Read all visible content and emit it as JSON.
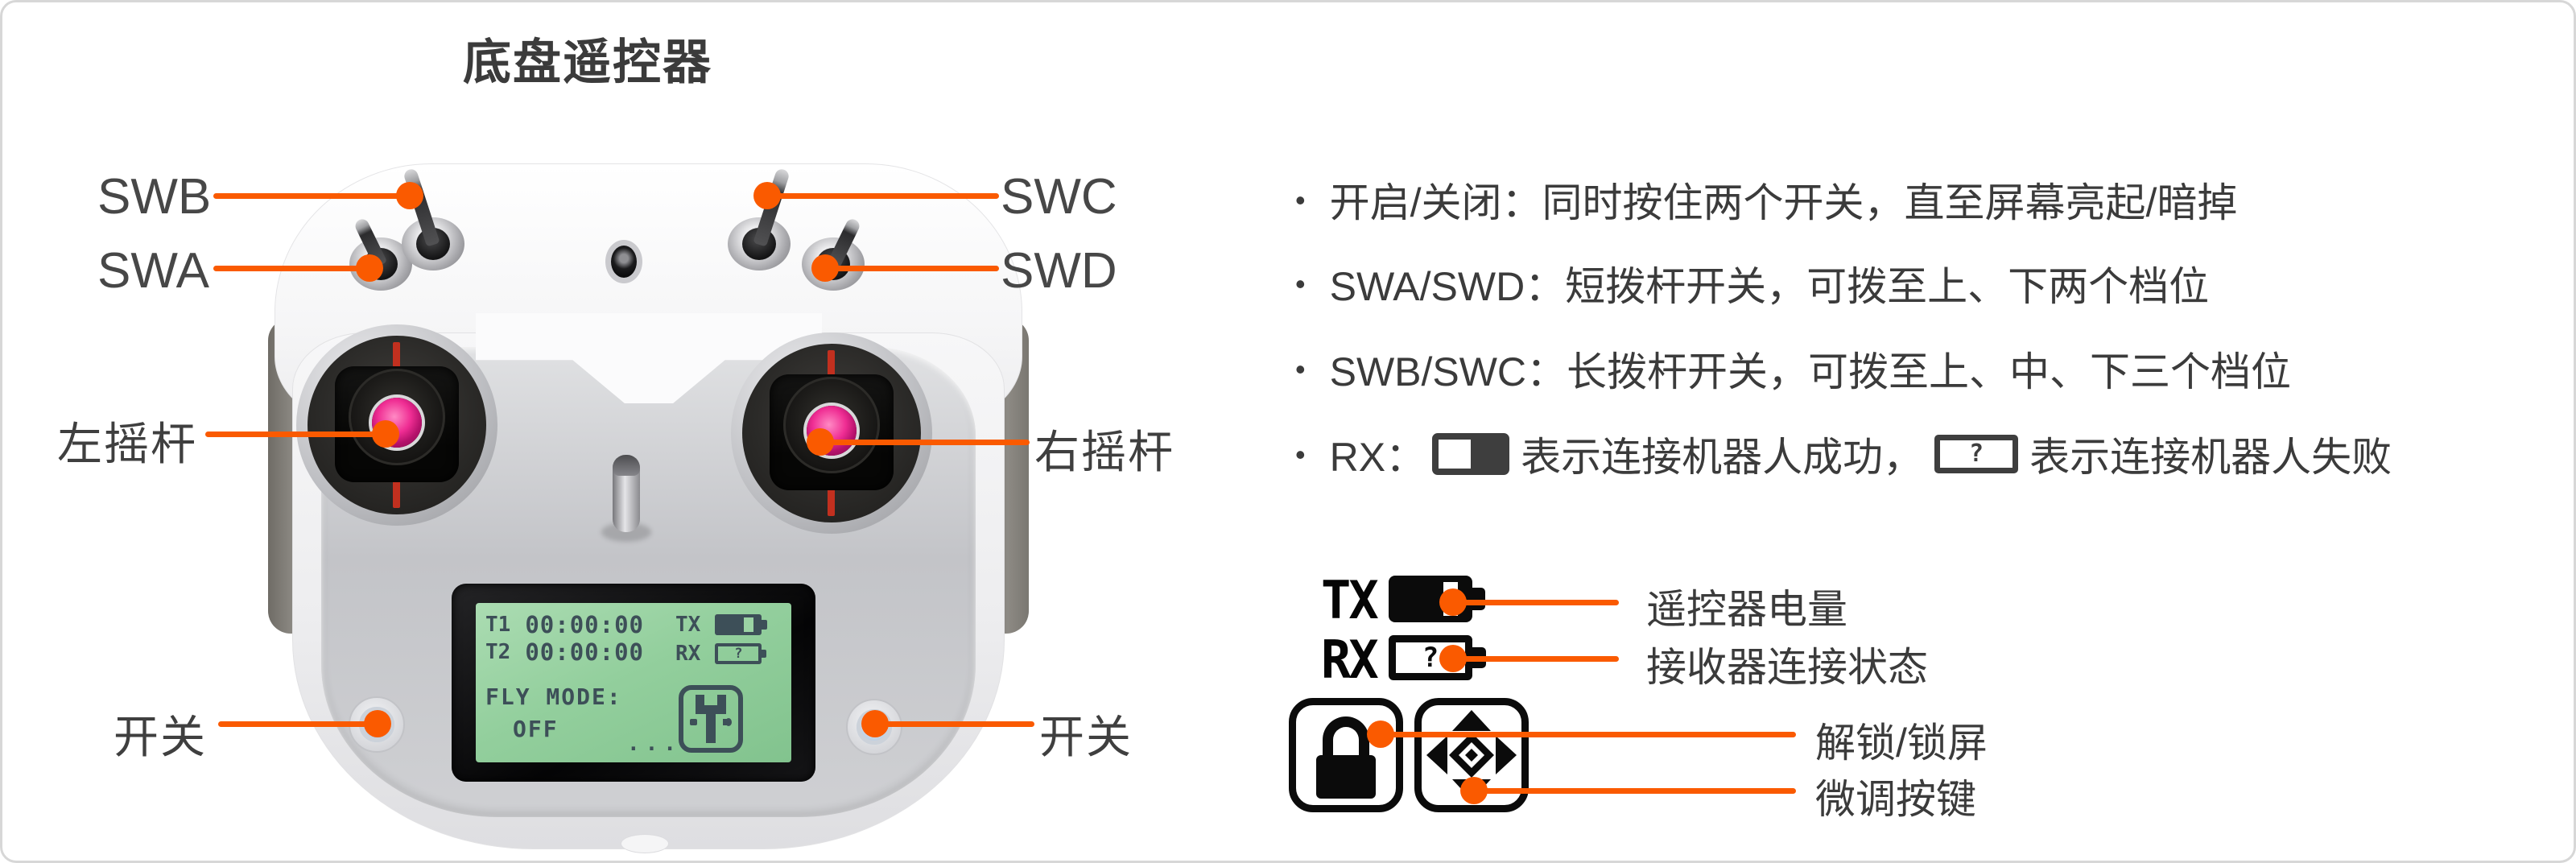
{
  "title": "底盘遥控器",
  "ui": {
    "bullet_char": "•"
  },
  "callouts": {
    "swb": "SWB",
    "swa": "SWA",
    "swc": "SWC",
    "swd": "SWD",
    "left_stick": "左摇杆",
    "right_stick": "右摇杆",
    "power_left": "开关",
    "power_right": "开关"
  },
  "lcd": {
    "t1_label": "T1",
    "t1_value": "00:00:00",
    "t2_label": "T2",
    "t2_value": "00:00:00",
    "tx_label": "TX",
    "rx_label": "RX",
    "rx_battery_glyph": "?",
    "fly_mode_label": "FLY MODE:",
    "fly_mode_value": "OFF",
    "ellipsis": "..."
  },
  "notes": [
    {
      "text": "开启/关闭：同时按住两个开关，直至屏幕亮起/暗掉"
    },
    {
      "text": "SWA/SWD：短拨杆开关，可拨至上、下两个档位"
    },
    {
      "text": "SWB/SWC：长拨杆开关，可拨至上、中、下三个档位"
    },
    {
      "prefix": "RX：",
      "success_text": "表示连接机器人成功，",
      "fail_text": "表示连接机器人失败",
      "fail_icon_glyph": "?"
    }
  ],
  "legend": {
    "tx_label": "TX",
    "tx_desc": "遥控器电量",
    "rx_label": "RX",
    "rx_desc": "接收器连接状态",
    "rx_icon_glyph": "?",
    "lock_desc": "解锁/锁屏",
    "trim_desc": "微调按键"
  },
  "colors": {
    "accent_orange": "#FA5A00",
    "text_dark": "#3F3F3F",
    "lcd_green": "#93CF9D",
    "lcd_ink": "#3D4F58",
    "knob_pink": "#EF2D93"
  }
}
